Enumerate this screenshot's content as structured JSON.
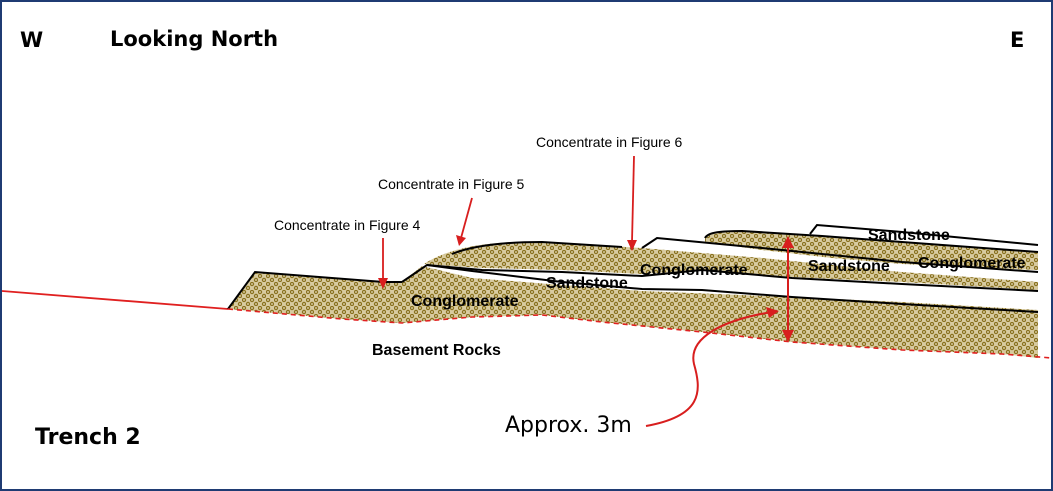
{
  "header": {
    "west": "W",
    "title": "Looking North",
    "east": "E"
  },
  "annotations": {
    "fig4": "Concentrate in Figure 4",
    "fig5": "Concentrate in Figure 5",
    "fig6": "Concentrate in Figure 6",
    "thickness": "Approx. 3m"
  },
  "units": {
    "conglomerate_lower": "Conglomerate",
    "sandstone_middle": "Sandstone",
    "conglomerate_middle": "Conglomerate",
    "sandstone_upper": "Sandstone",
    "conglomerate_upper": "Conglomerate",
    "sandstone_top": "Sandstone",
    "basement": "Basement Rocks"
  },
  "footer": {
    "trench": "Trench 2"
  },
  "colors": {
    "frame": "#1f3b73",
    "fault_line": "#e02020",
    "conglomerate_fill": "#c9b98a",
    "conglomerate_dot": "#8a7220",
    "annotation_arrow": "#d81e1e"
  }
}
